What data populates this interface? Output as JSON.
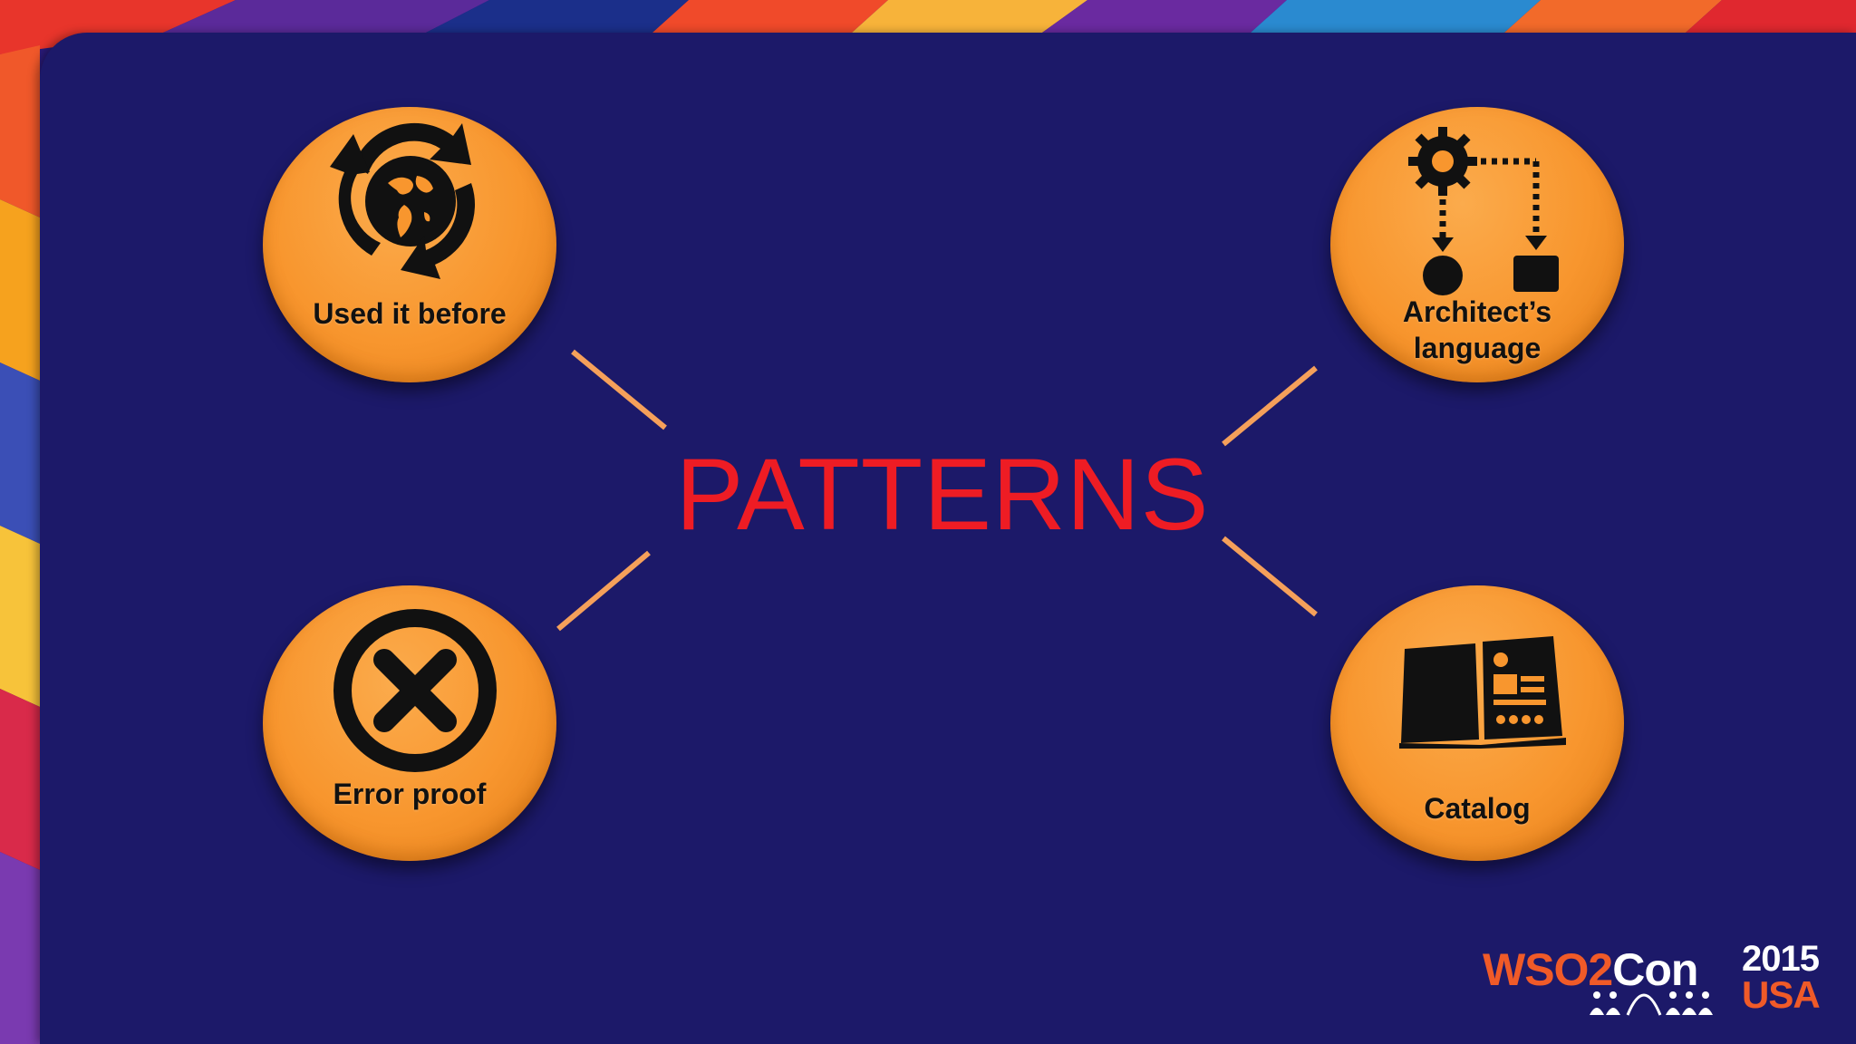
{
  "slide": {
    "title": "PATTERNS",
    "title_color": "#ee1c24",
    "background_color": "#1c1969",
    "bubble_color": "#f8962e",
    "connector_color": "#f5a05a",
    "bubbles": [
      {
        "label": "Used it before",
        "icon": "recycle-globe-icon"
      },
      {
        "label_line1": "Architect’s",
        "label_line2": "language",
        "icon": "flow-diagram-icon"
      },
      {
        "label": "Error proof",
        "icon": "cross-circle-icon"
      },
      {
        "label": "Catalog",
        "icon": "open-book-icon"
      }
    ]
  },
  "logo": {
    "brand_part1": "WSO2",
    "brand_part2": "Con",
    "year": "2015",
    "country": "USA",
    "brand_color": "#f05a28"
  }
}
